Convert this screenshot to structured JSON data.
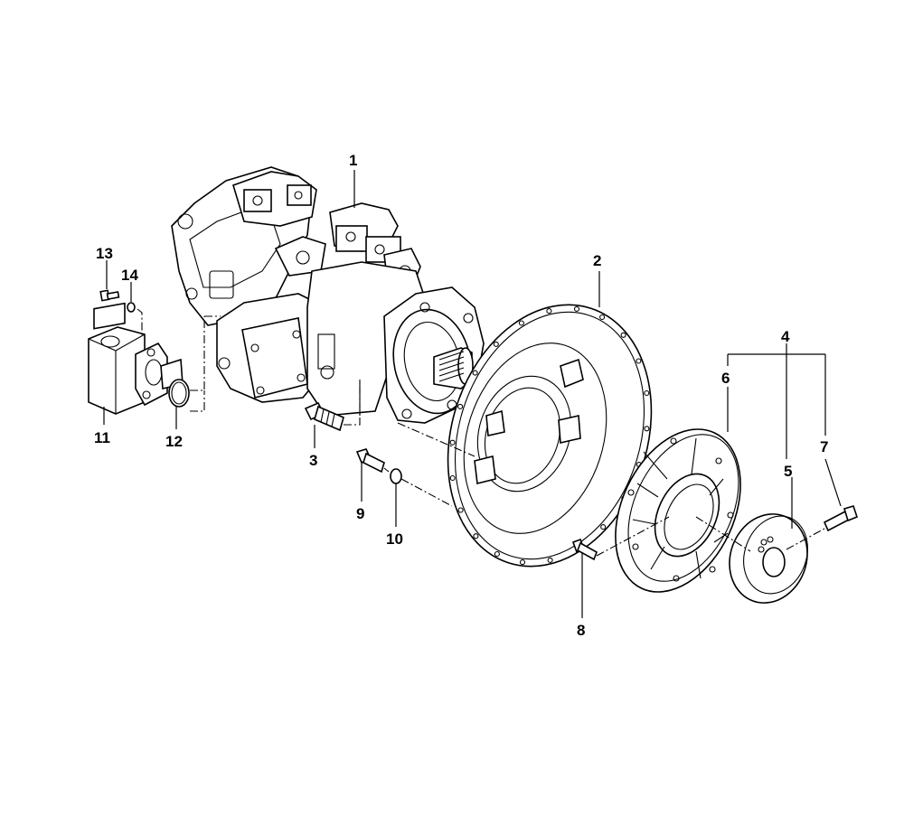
{
  "callouts": [
    {
      "key": "c1",
      "label": "1"
    },
    {
      "key": "c2",
      "label": "2"
    },
    {
      "key": "c3",
      "label": "3"
    },
    {
      "key": "c4",
      "label": "4"
    },
    {
      "key": "c5",
      "label": "5"
    },
    {
      "key": "c6",
      "label": "6"
    },
    {
      "key": "c7",
      "label": "7"
    },
    {
      "key": "c8",
      "label": "8"
    },
    {
      "key": "c9",
      "label": "9"
    },
    {
      "key": "c10",
      "label": "10"
    },
    {
      "key": "c11",
      "label": "11"
    },
    {
      "key": "c12",
      "label": "12"
    },
    {
      "key": "c13",
      "label": "13"
    },
    {
      "key": "c14",
      "label": "14"
    }
  ]
}
